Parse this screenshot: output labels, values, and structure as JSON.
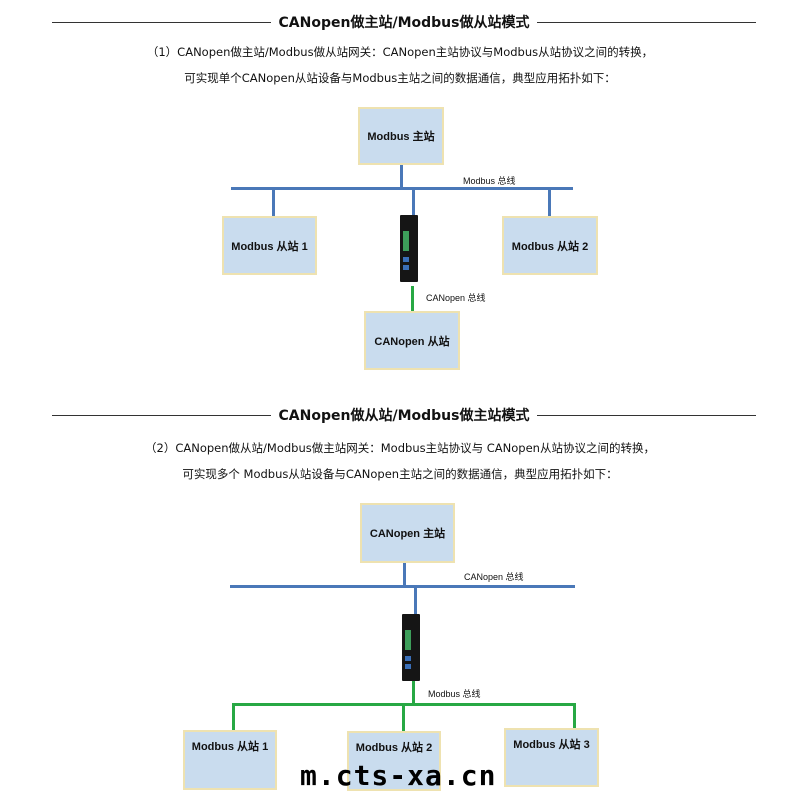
{
  "section1": {
    "title": "CANopen做主站/Modbus做从站模式",
    "line1": "（1）CANopen做主站/Modbus做从站网关：CANopen主站协议与Modbus从站协议之间的转换，",
    "line2": "可实现单个CANopen从站设备与Modbus主站之间的数据通信，典型应用拓扑如下：",
    "master": "Modbus 主站",
    "bus_label": "Modbus 总线",
    "slave1": "Modbus 从站 1",
    "slave2": "Modbus 从站 2",
    "sub_bus_label": "CANopen 总线",
    "sub_slave": "CANopen 从站"
  },
  "section2": {
    "title": "CANopen做从站/Modbus做主站模式",
    "line1": "（2）CANopen做从站/Modbus做主站网关：Modbus主站协议与 CANopen从站协议之间的转换，",
    "line2": "可实现多个 Modbus从站设备与CANopen主站之间的数据通信，典型应用拓扑如下：",
    "master": "CANopen 主站",
    "bus_label": "CANopen 总线",
    "sub_bus_label": "Modbus 总线",
    "slave1": "Modbus 从站 1",
    "slave2": "Modbus 从站 2",
    "slave3": "Modbus 从站 3"
  },
  "watermark": "m.cts-xa.cn",
  "colors": {
    "box": "#c9dcee",
    "blue_bus": "#4a78b8",
    "green_bus": "#27a844"
  }
}
